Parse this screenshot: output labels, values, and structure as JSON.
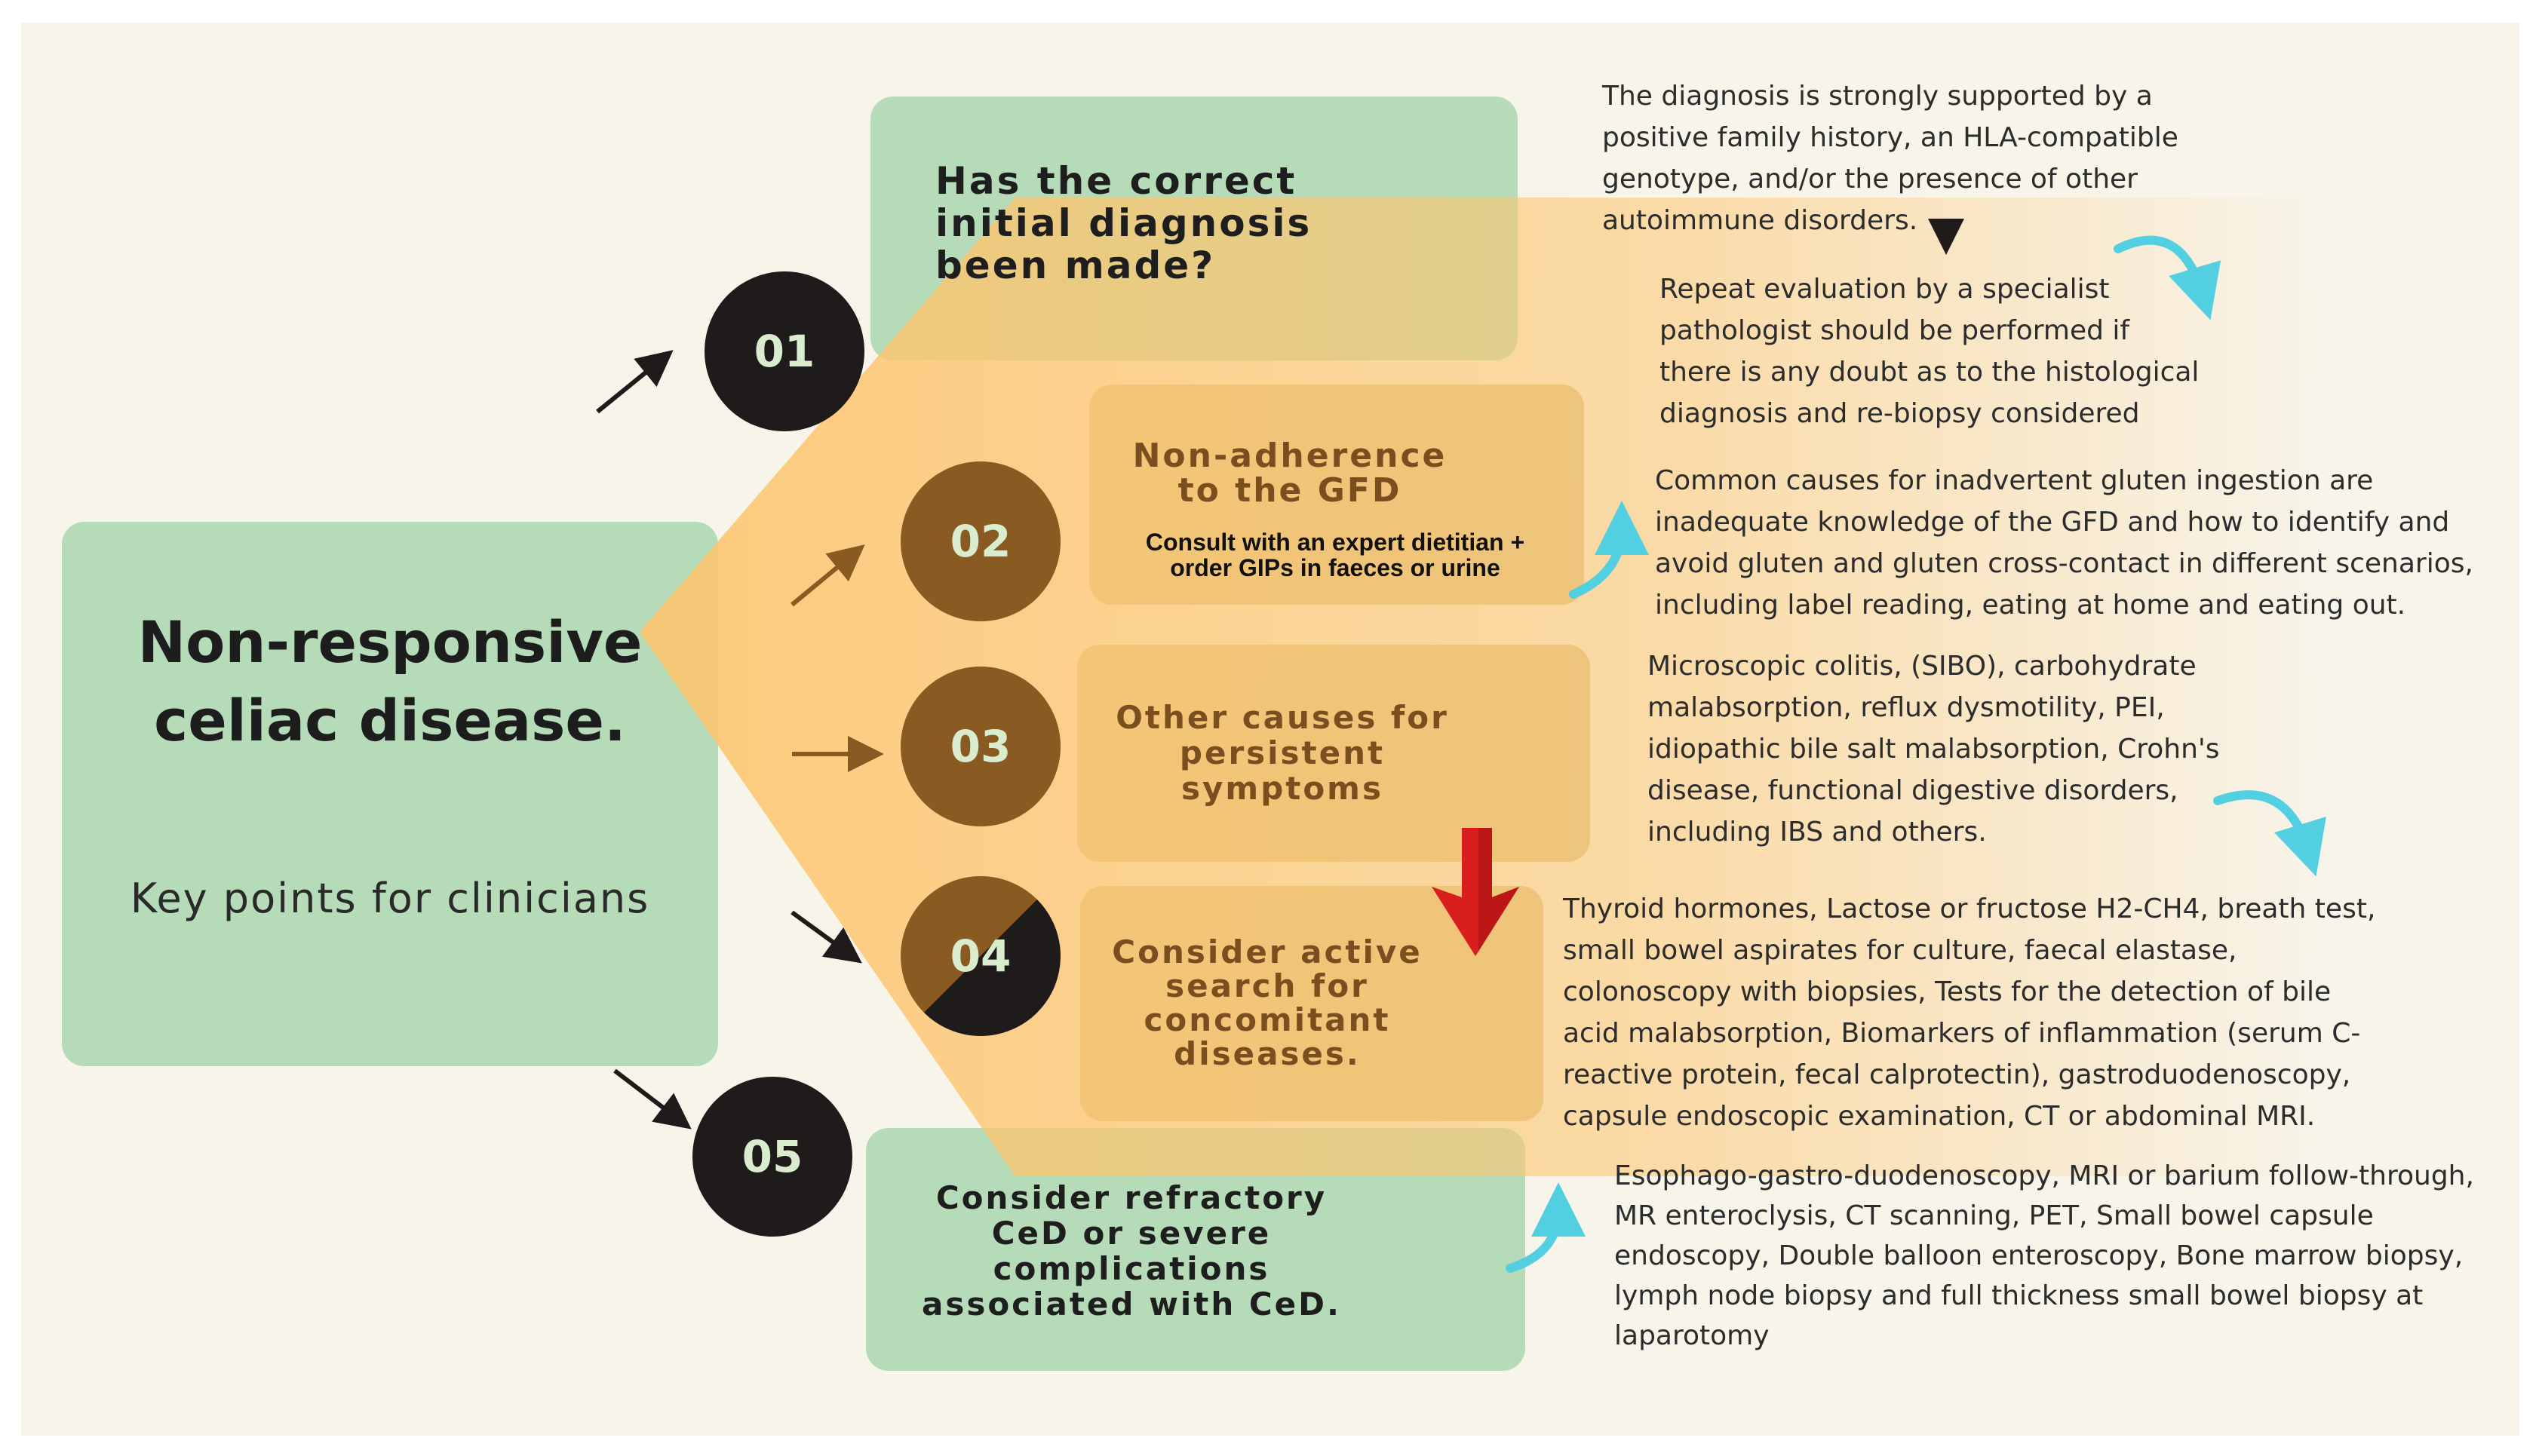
{
  "title": "Non-responsive\nceliac disease.",
  "subtitle": "Key points for clinicians",
  "colors": {
    "background": "#f7f4ea",
    "green_box": "#b5dbb9",
    "tan_box": "#d8c48d",
    "black_circle": "#1f1b1b",
    "brown_circle": "#8a5a23",
    "brown_text": "#7a4f20",
    "cyan_arrow": "#52cfe0",
    "red_arrow": "#d91e1e",
    "orange_funnel": "#fdc56e"
  },
  "steps": [
    {
      "number": "01",
      "title": "Has the correct\ninitial diagnosis\nbeen made?"
    },
    {
      "number": "02",
      "title": "Non-adherence\nto the GFD",
      "detail": "Consult with an expert dietitian +\norder GIPs in faeces or urine"
    },
    {
      "number": "03",
      "title": "Other causes for\npersistent\nsymptoms"
    },
    {
      "number": "04",
      "title": "Consider active\nsearch for\nconcomitant\ndiseases."
    },
    {
      "number": "05",
      "title": "Consider refractory\nCeD or severe\ncomplications\nassociated with CeD."
    }
  ],
  "notes": {
    "diagnosis_support": "The diagnosis is strongly supported by a\npositive family history, an HLA-compatible\ngenotype, and/or the presence of other\nautoimmune disorders.",
    "repeat_evaluation": "Repeat evaluation by a specialist\npathologist should be performed if\nthere is any doubt as to the histological\ndiagnosis and re-biopsy considered",
    "gluten_ingestion": "Common causes for inadvertent gluten ingestion are\ninadequate knowledge of the GFD and how to identify and\navoid gluten and gluten cross-contact in different scenarios,\nincluding label reading, eating at home and eating out.",
    "other_causes": "Microscopic colitis, (SIBO), carbohydrate\nmalabsorption, reflux dysmotility, PEI,\nidiopathic bile salt malabsorption, Crohn's\ndisease, functional digestive disorders,\nincluding IBS and others.",
    "tests": "Thyroid hormones, Lactose or fructose H2-CH4, breath test,\nsmall bowel aspirates for culture, faecal elastase,\ncolonoscopy with biopsies, Tests for the detection of bile\nacid malabsorption, Biomarkers of inflammation (serum C-\nreactive protein, fecal calprotectin), gastroduodenoscopy,\ncapsule endoscopic examination, CT or abdominal MRI.",
    "refractory_workup": "Esophago-gastro-duodenoscopy, MRI or barium follow-through,\nMR enteroclysis, CT scanning,  PET,  Small bowel capsule\nendoscopy, Double balloon enteroscopy, Bone marrow biopsy,\nlymph node biopsy and full thickness small bowel biopsy at\nlaparotomy"
  }
}
